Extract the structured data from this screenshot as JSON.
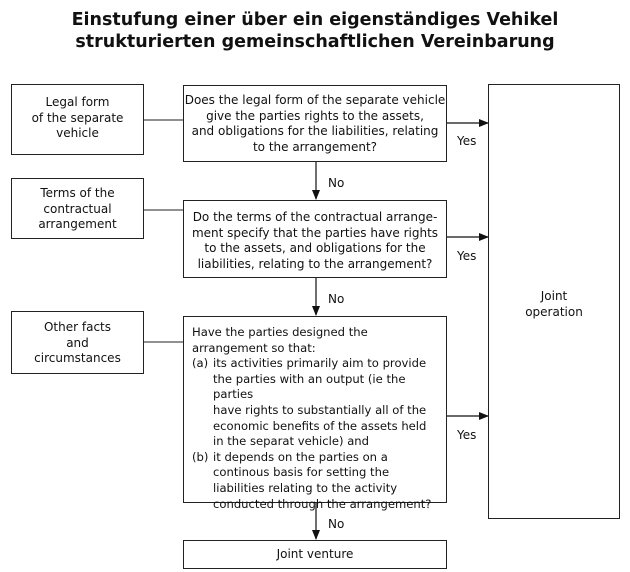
{
  "title": {
    "line1": "Einstufung einer über ein eigenständiges Vehikel",
    "line2": "strukturierten gemeinschaftlichen Vereinbarung"
  },
  "inputs": [
    {
      "lines": [
        "Legal form",
        "of the separate",
        "vehicle"
      ]
    },
    {
      "lines": [
        "Terms of the",
        "contractual",
        "arrangement"
      ]
    },
    {
      "lines": [
        "Other facts",
        "and",
        "circumstances"
      ]
    }
  ],
  "questions": [
    {
      "lines": [
        "Does the legal form of the separate vehicle",
        "give the parties rights to the assets,",
        "and obligations for the liabilities, relating",
        "to the arrangement?"
      ]
    },
    {
      "lines": [
        "Do the terms of the contractual arrange-",
        "ment specify that the parties have rights",
        "to the assets, and obligations for the",
        "liabilities, relating to the arrangement?"
      ]
    },
    {
      "intro": [
        "Have the parties designed the",
        "arrangement so that:"
      ],
      "items": [
        {
          "marker": "(a)",
          "lines": [
            "its activities primarily aim to provide",
            "the parties with an output (ie the parties",
            "have rights to substantially all of the",
            "economic benefits of the assets held",
            "in the separat vehicle) and"
          ]
        },
        {
          "marker": "(b)",
          "lines": [
            "it depends on the parties on a",
            "continous basis for setting the",
            "liabilities relating to the activity",
            "conducted through the arrangement?"
          ]
        }
      ]
    }
  ],
  "edge_labels": {
    "yes": "Yes",
    "no": "No"
  },
  "outcomes": {
    "joint_operation": [
      "Joint",
      "operation"
    ],
    "joint_venture": "Joint venture"
  }
}
